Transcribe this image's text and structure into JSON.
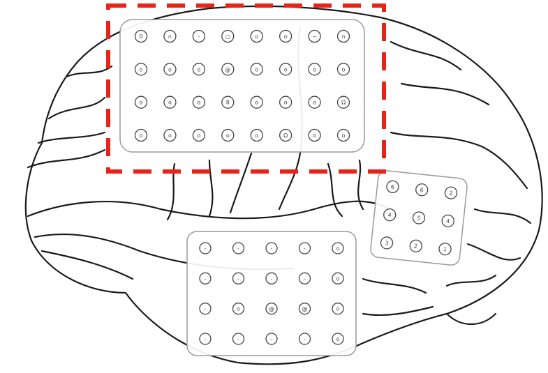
{
  "figure": {
    "subject": "brain-lateral-view",
    "background_color": "#ffffff",
    "outline_color": "#1a1a1a",
    "grid_frame_color": "#9a9a9a",
    "electrode_color": "#444444",
    "highlight_color": "#e8241a",
    "highlight_style": "dashed"
  },
  "electrode_grids": [
    {
      "id": "frontal-grid",
      "rows": 4,
      "cols": 8,
      "highlighted": true,
      "marks": [
        "0",
        "∩",
        "-",
        "○",
        "o",
        "o",
        "~",
        "∩",
        "o",
        "o",
        "o",
        "@",
        "o",
        "o",
        "o",
        "o",
        "o",
        "o",
        "o",
        "8",
        "o",
        "o",
        "o",
        "Ω",
        "o",
        "o",
        "o",
        "o",
        "o",
        "Ω",
        "o",
        "o"
      ]
    },
    {
      "id": "parietal-grid",
      "rows": 3,
      "cols": 3,
      "highlighted": false,
      "marks": [
        "6",
        "6",
        "2",
        "4",
        "5",
        "4",
        "3",
        "2",
        "1"
      ]
    },
    {
      "id": "temporal-grid",
      "rows": 4,
      "cols": 5,
      "highlighted": false,
      "marks": [
        "-",
        "-",
        "-",
        "-",
        "o",
        "-",
        "-",
        "-",
        "-",
        "o",
        "-",
        "o",
        "@",
        "@",
        "o",
        "-",
        "-",
        "-",
        "-",
        "o"
      ]
    }
  ]
}
